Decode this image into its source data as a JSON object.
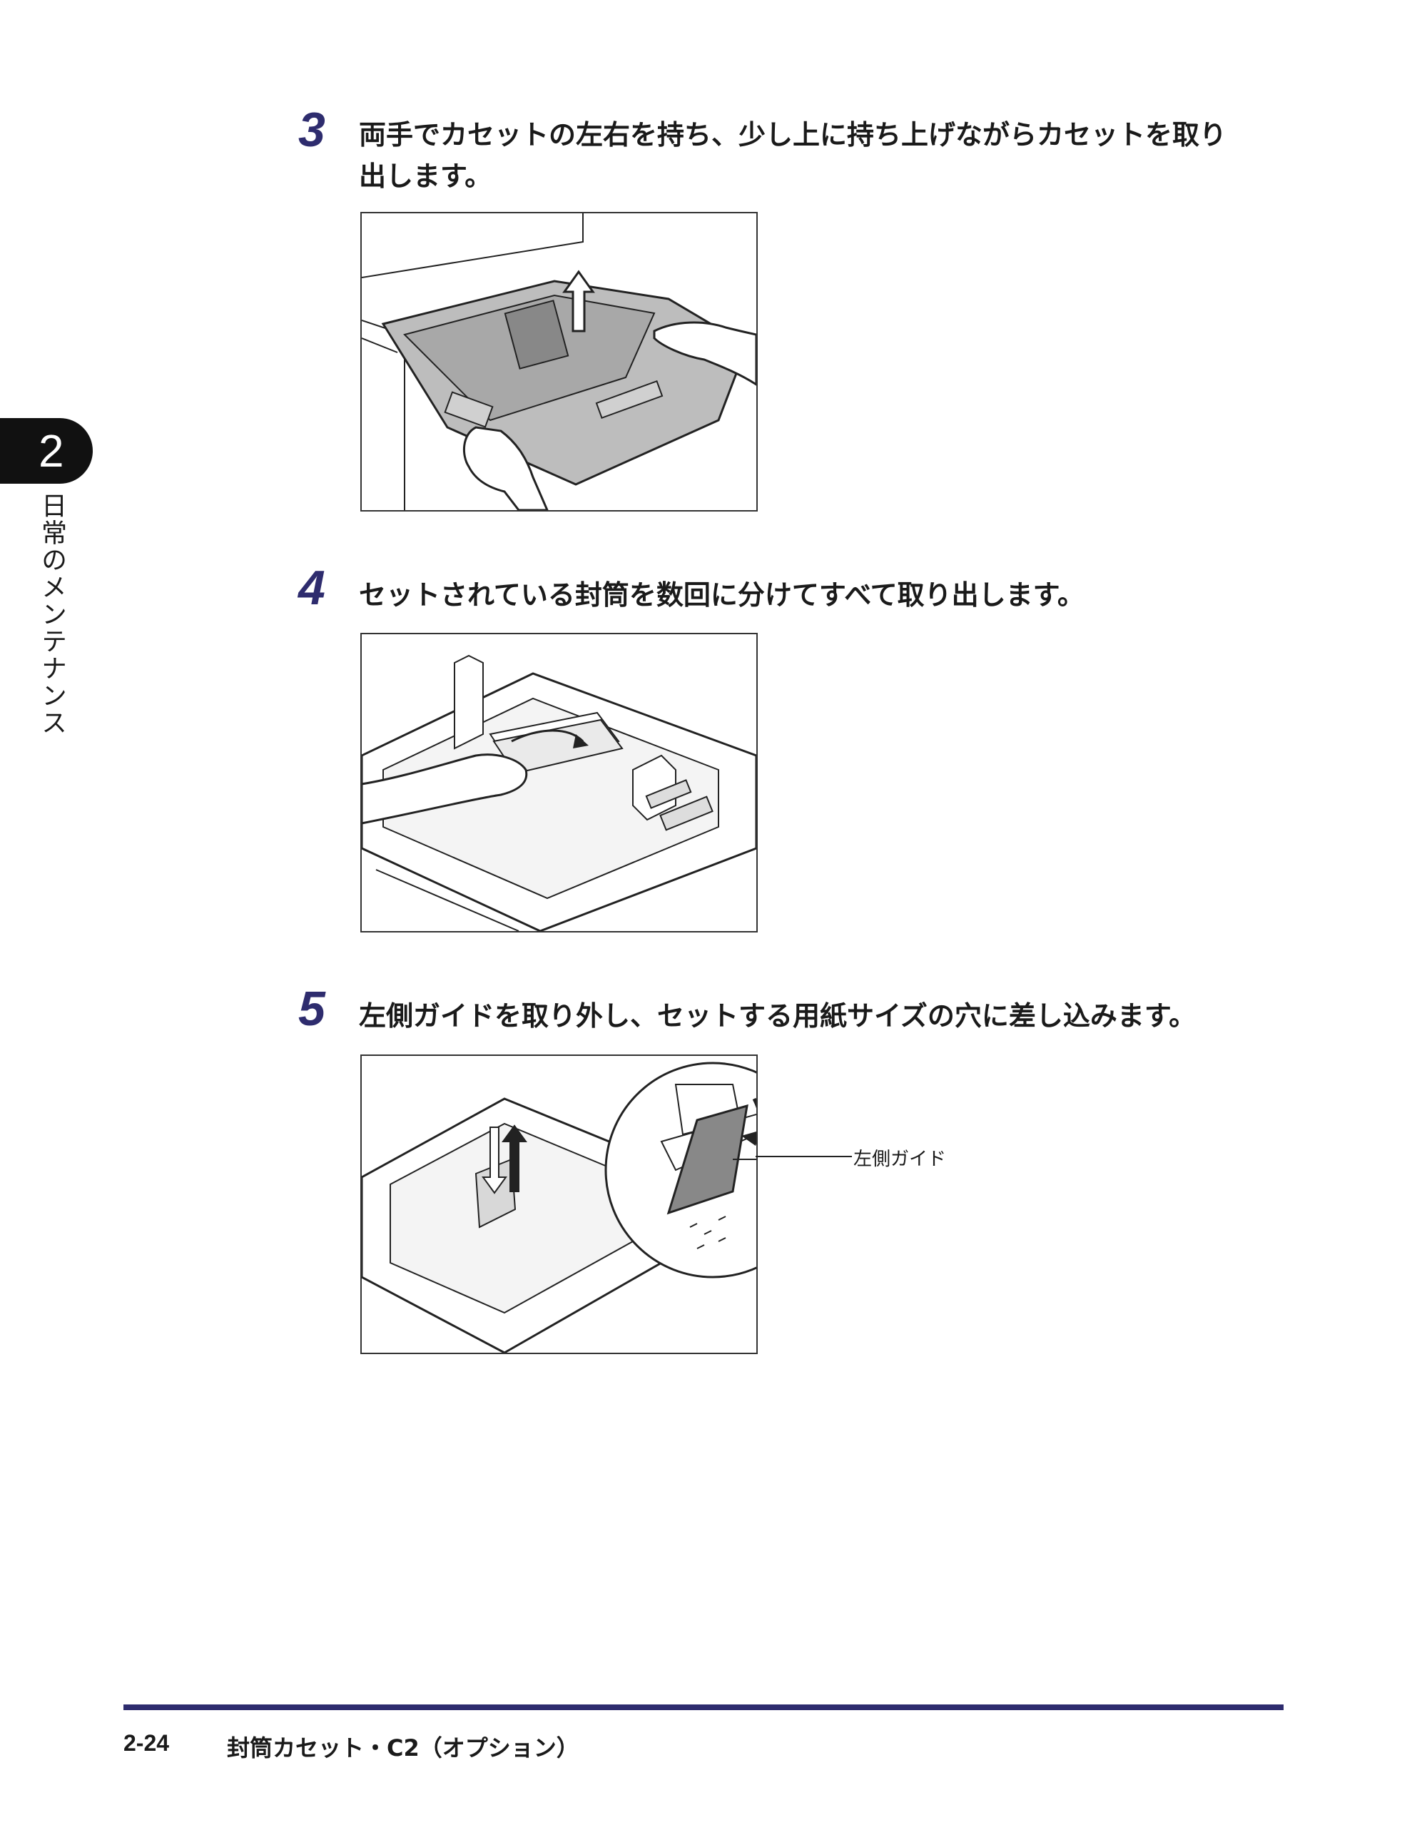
{
  "chapter": {
    "number": "2",
    "title": "日常のメンテナンス"
  },
  "steps": [
    {
      "number": "3",
      "text_line1": "両手でカセットの左右を持ち、少し上に持ち上げながらカセットを取り",
      "text_line2": "出します。"
    },
    {
      "number": "4",
      "text_line1": "セットされている封筒を数回に分けてすべて取り出します。"
    },
    {
      "number": "5",
      "text_line1": "左側ガイドを取り外し、セットする用紙サイズの穴に差し込みます。",
      "callout": "左側ガイド"
    }
  ],
  "footer": {
    "page_number": "2-24",
    "title": "封筒カセット・C2（オプション）"
  },
  "colors": {
    "accent": "#2e2c6e",
    "tray_gray": "#bdbdbd"
  }
}
